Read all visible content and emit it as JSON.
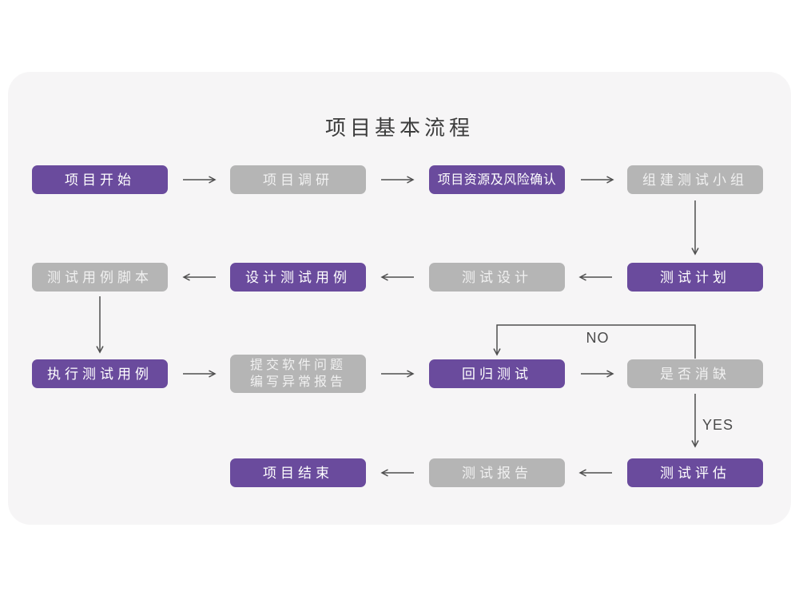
{
  "colors": {
    "primary_purple": "#6a4b9d",
    "secondary_gray": "#b5b5b5",
    "card_background": "#f6f5f6",
    "page_background": "#ffffff",
    "arrow": "#4f4f4f",
    "title_text": "#3c3c3c",
    "node_text": "#ffffff"
  },
  "flowchart": {
    "title": "项目基本流程",
    "nodes": [
      {
        "id": "project-start",
        "label": "项目开始",
        "variant": "purple"
      },
      {
        "id": "project-research",
        "label": "项目调研",
        "variant": "gray"
      },
      {
        "id": "resources-risk",
        "label": "项目资源及风险确认",
        "variant": "purple"
      },
      {
        "id": "build-test-team",
        "label": "组建测试小组",
        "variant": "gray"
      },
      {
        "id": "test-plan",
        "label": "测试计划",
        "variant": "purple"
      },
      {
        "id": "test-design",
        "label": "测试设计",
        "variant": "gray"
      },
      {
        "id": "design-test-cases",
        "label": "设计测试用例",
        "variant": "purple"
      },
      {
        "id": "test-case-script",
        "label": "测试用例脚本",
        "variant": "gray"
      },
      {
        "id": "execute-test-cases",
        "label": "执行测试用例",
        "variant": "purple"
      },
      {
        "id": "submit-issue-report",
        "label": "提交软件问题\n编写异常报告",
        "variant": "gray"
      },
      {
        "id": "regression-test",
        "label": "回归测试",
        "variant": "purple"
      },
      {
        "id": "defect-resolved",
        "label": "是否消缺",
        "variant": "gray"
      },
      {
        "id": "test-evaluation",
        "label": "测试评估",
        "variant": "purple"
      },
      {
        "id": "test-report",
        "label": "测试报告",
        "variant": "gray"
      },
      {
        "id": "project-end",
        "label": "项目结束",
        "variant": "purple"
      }
    ],
    "edges": [
      {
        "from": "project-start",
        "to": "project-research",
        "label": ""
      },
      {
        "from": "project-research",
        "to": "resources-risk",
        "label": ""
      },
      {
        "from": "resources-risk",
        "to": "build-test-team",
        "label": ""
      },
      {
        "from": "build-test-team",
        "to": "test-plan",
        "label": ""
      },
      {
        "from": "test-plan",
        "to": "test-design",
        "label": ""
      },
      {
        "from": "test-design",
        "to": "design-test-cases",
        "label": ""
      },
      {
        "from": "design-test-cases",
        "to": "test-case-script",
        "label": ""
      },
      {
        "from": "test-case-script",
        "to": "execute-test-cases",
        "label": ""
      },
      {
        "from": "execute-test-cases",
        "to": "submit-issue-report",
        "label": ""
      },
      {
        "from": "submit-issue-report",
        "to": "regression-test",
        "label": ""
      },
      {
        "from": "regression-test",
        "to": "defect-resolved",
        "label": ""
      },
      {
        "from": "defect-resolved",
        "to": "regression-test",
        "label": "NO"
      },
      {
        "from": "defect-resolved",
        "to": "test-evaluation",
        "label": "YES"
      },
      {
        "from": "test-evaluation",
        "to": "test-report",
        "label": ""
      },
      {
        "from": "test-report",
        "to": "project-end",
        "label": ""
      }
    ],
    "edge_labels": {
      "no": "NO",
      "yes": "YES"
    }
  }
}
